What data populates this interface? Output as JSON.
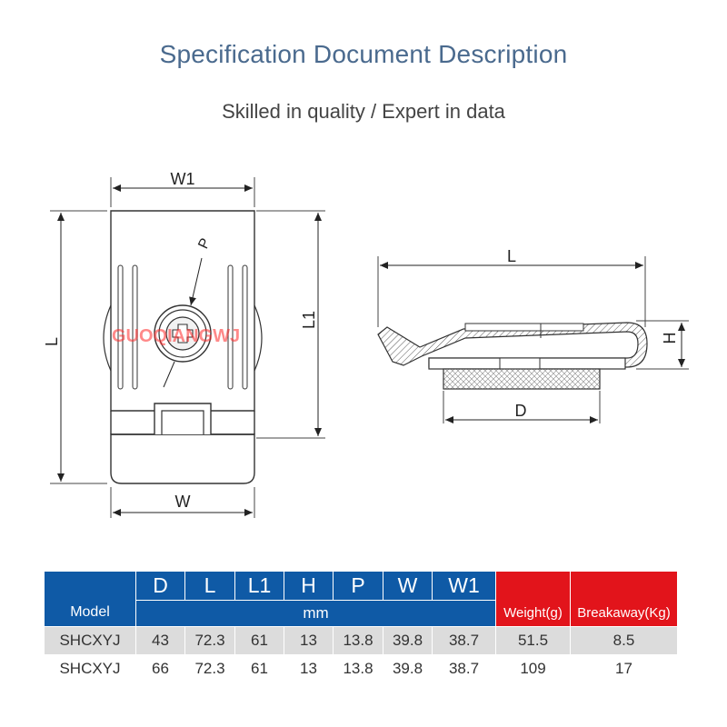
{
  "header": {
    "title": "Specification Document Description",
    "subtitle": "Skilled in quality / Expert in data"
  },
  "drawing": {
    "labels": {
      "w1": "W1",
      "l": "L",
      "l1": "L1",
      "w": "W",
      "side_l": "L",
      "h": "H",
      "d": "D"
    }
  },
  "table": {
    "model_header": "Model",
    "dims": [
      "D",
      "L",
      "L1",
      "H",
      "P",
      "W",
      "W1"
    ],
    "unit": "mm",
    "weight_header": "Weight(g)",
    "breakaway_header": "Breakaway(Kg)",
    "rows": [
      {
        "model": "SHCXYJ",
        "values": [
          "43",
          "72.3",
          "61",
          "13",
          "13.8",
          "39.8",
          "38.7"
        ],
        "weight": "51.5",
        "breakaway": "8.5"
      },
      {
        "model": "SHCXYJ",
        "values": [
          "66",
          "72.3",
          "61",
          "13",
          "13.8",
          "39.8",
          "38.7"
        ],
        "weight": "109",
        "breakaway": "17"
      }
    ]
  },
  "colors": {
    "blue_header": "#0f5aa6",
    "red_header": "#e2141b",
    "title": "#4a6a8e",
    "row_grey": "#dcdcdc"
  }
}
